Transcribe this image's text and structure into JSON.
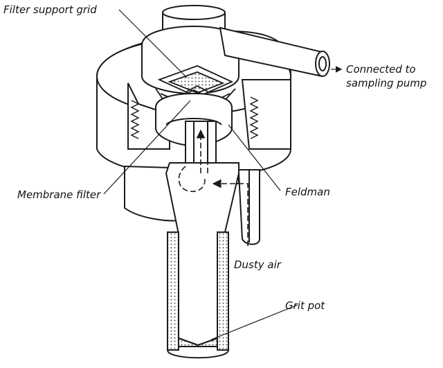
{
  "labels": {
    "filter_support_grid": "Filter support grid",
    "connected_to": "Connected to",
    "sampling_pump": "sampling pump",
    "membrane_filter": "Membrane filter",
    "feldman": "Feldman",
    "dusty_air": "Dusty air",
    "grit_pot": "Grit pot"
  },
  "colors": {
    "line": "#1a1a1a",
    "fill": "#ffffff",
    "dust": "#6b6b6b"
  }
}
